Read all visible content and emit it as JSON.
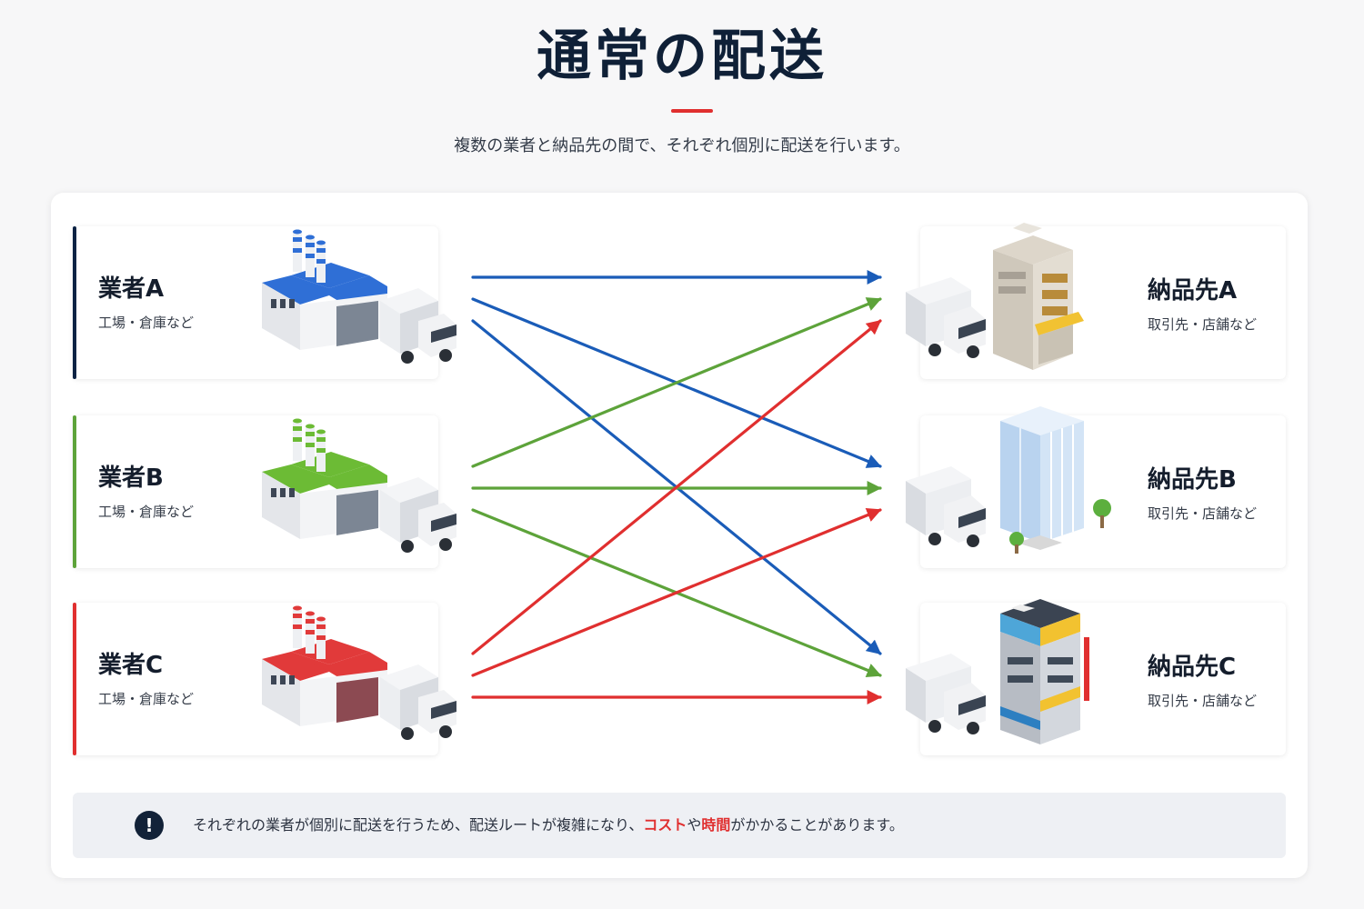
{
  "header": {
    "title": "通常の配送",
    "subtitle": "複数の業者と納品先の間で、それぞれ個別に配送を行います。"
  },
  "vendors": [
    {
      "name": "業者A",
      "sub": "工場・倉庫など",
      "color": "#0b2344",
      "roof": "#2f6fd6",
      "door": "#7c8694",
      "icon": "factory-icon"
    },
    {
      "name": "業者B",
      "sub": "工場・倉庫など",
      "color": "#5da33a",
      "roof": "#6cbb35",
      "door": "#7c8694",
      "icon": "factory-icon"
    },
    {
      "name": "業者C",
      "sub": "工場・倉庫など",
      "color": "#e02f2f",
      "roof": "#e13a3a",
      "door": "#8c4a52",
      "icon": "factory-icon"
    }
  ],
  "destinations": [
    {
      "name": "納品先A",
      "sub": "取引先・店舗など",
      "icon": "shop-building-icon"
    },
    {
      "name": "納品先B",
      "sub": "取引先・店舗など",
      "icon": "office-tower-icon"
    },
    {
      "name": "納品先C",
      "sub": "取引先・店舗など",
      "icon": "retail-building-icon"
    }
  ],
  "routes": [
    {
      "from": 0,
      "to": 0,
      "color": "#1a5cb8"
    },
    {
      "from": 0,
      "to": 1,
      "color": "#1a5cb8"
    },
    {
      "from": 0,
      "to": 2,
      "color": "#1a5cb8"
    },
    {
      "from": 1,
      "to": 0,
      "color": "#5da33a"
    },
    {
      "from": 1,
      "to": 1,
      "color": "#5da33a"
    },
    {
      "from": 1,
      "to": 2,
      "color": "#5da33a"
    },
    {
      "from": 2,
      "to": 0,
      "color": "#e02f2f"
    },
    {
      "from": 2,
      "to": 1,
      "color": "#e02f2f"
    },
    {
      "from": 2,
      "to": 2,
      "color": "#e02f2f"
    }
  ],
  "notice": {
    "icon": "exclamation-icon",
    "icon_glyph": "!",
    "text_before": "それぞれの業者が個別に配送を行うため、配送ルートが複雑になり、",
    "highlight_1": "コスト",
    "text_middle": "や",
    "highlight_2": "時間",
    "text_after": "がかかることがあります。"
  }
}
